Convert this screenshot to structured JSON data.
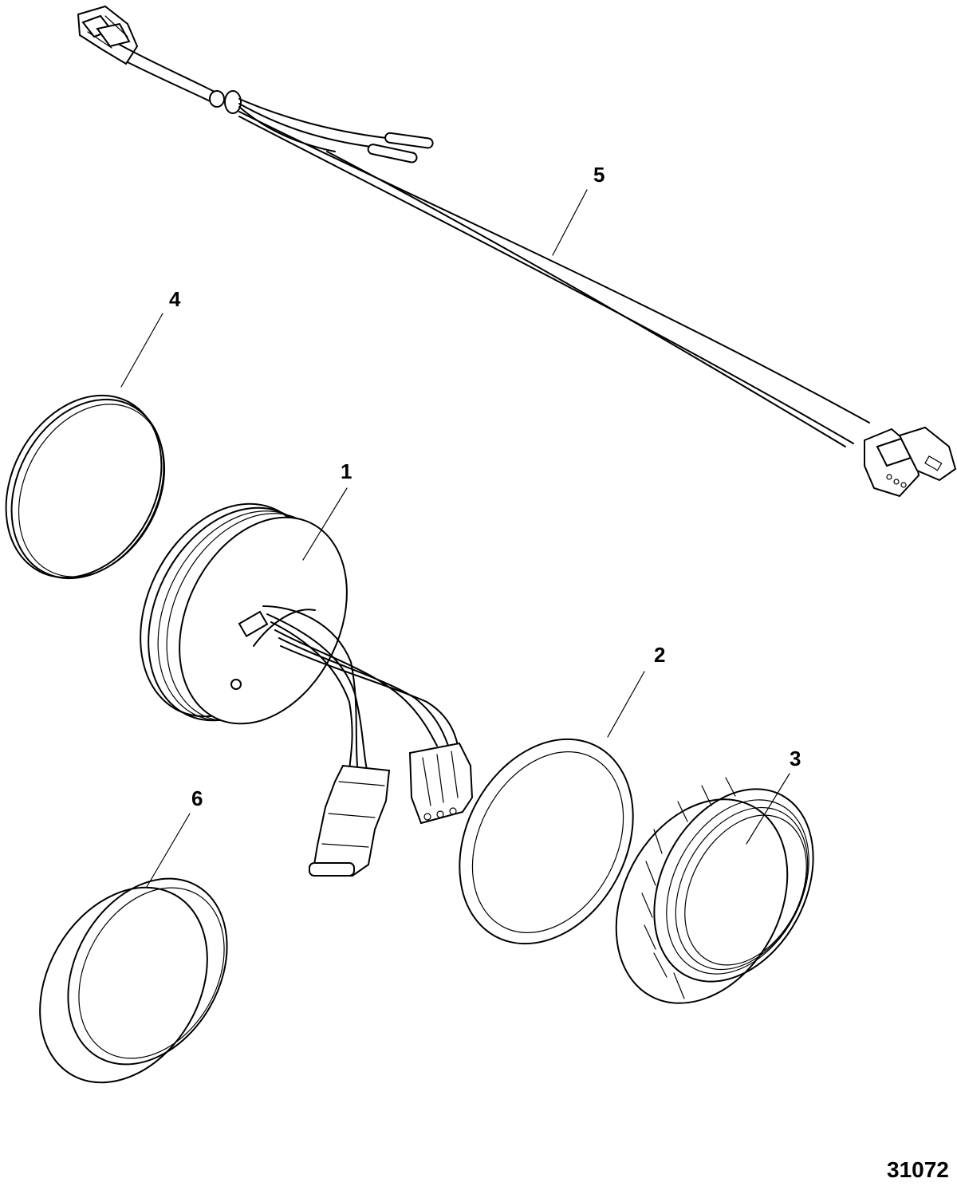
{
  "diagram": {
    "figure_number": "31072",
    "callouts": [
      {
        "id": "1",
        "label": "1"
      },
      {
        "id": "2",
        "label": "2"
      },
      {
        "id": "3",
        "label": "3"
      },
      {
        "id": "4",
        "label": "4"
      },
      {
        "id": "5",
        "label": "5"
      },
      {
        "id": "6",
        "label": "6"
      }
    ]
  }
}
